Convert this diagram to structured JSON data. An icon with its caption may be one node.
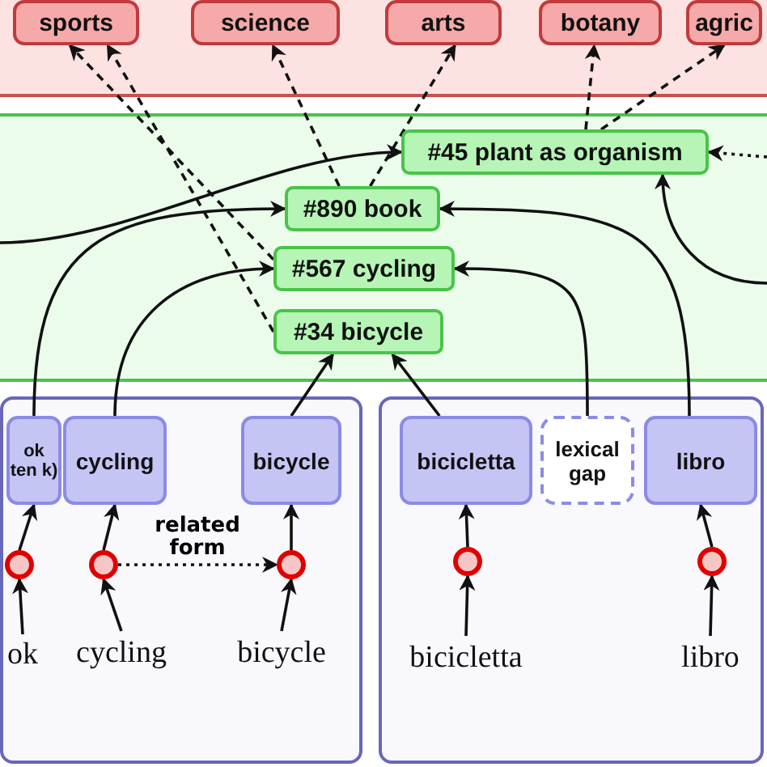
{
  "diagram": {
    "nodes": [
      {
        "text": [],
        "shape": "box"
      },
      {
        "text": [
          "sports"
        ],
        "in": 0
      },
      {
        "text": [
          "science"
        ],
        "in": 0
      },
      {
        "text": [
          "arts"
        ],
        "in": 0
      },
      {
        "text": [
          "botany"
        ],
        "in": 0
      },
      {
        "text": [
          "agric"
        ],
        "in": 0
      },
      {
        "text": [],
        "shape": "box"
      },
      {
        "text": [
          "#45 plant as organism"
        ],
        "in": 6
      },
      {
        "text": [
          "#890 book"
        ],
        "in": 6
      },
      {
        "text": [
          "#567 cycling"
        ],
        "in": 6
      },
      {
        "text": [
          "#34 bicycle"
        ],
        "in": 6
      },
      {
        "text": [],
        "shape": "box"
      },
      {
        "text": [
          "ok ten k)"
        ],
        "in": 11
      },
      {
        "text": [
          "cycling"
        ],
        "in": 11
      },
      {
        "text": [
          "bicycle"
        ],
        "in": 11
      },
      {
        "text": [],
        "shape": "circle",
        "in": 11
      },
      {
        "text": [],
        "shape": "circle",
        "in": 11
      },
      {
        "text": [],
        "shape": "circle",
        "in": 11
      },
      {
        "text": [
          "ok"
        ],
        "in": 11
      },
      {
        "text": [
          "cycling"
        ],
        "in": 11
      },
      {
        "text": [
          "bicycle"
        ],
        "in": 11
      },
      {
        "text": [],
        "shape": "box"
      },
      {
        "text": [
          "bicicletta"
        ],
        "in": 21
      },
      {
        "text": [
          "lexical gap"
        ],
        "in": 21
      },
      {
        "text": [
          "libro"
        ],
        "in": 21
      },
      {
        "text": [],
        "shape": "circle",
        "in": 21
      },
      {
        "text": [],
        "shape": "circle",
        "in": 21
      },
      {
        "text": [
          "bicicletta"
        ],
        "in": 21
      },
      {
        "text": [
          "libro"
        ],
        "in": 21
      }
    ],
    "edges": [
      {
        "from": 10,
        "to": 1,
        "arrow": "to",
        "style": "dashed"
      },
      {
        "from": 9,
        "to": 1,
        "arrow": "to",
        "style": "dashed"
      },
      {
        "from": 8,
        "to": 2,
        "arrow": "to",
        "style": "dashed"
      },
      {
        "from": 8,
        "to": 3,
        "arrow": "to",
        "style": "dashed"
      },
      {
        "from": 7,
        "to": 4,
        "arrow": "to",
        "style": "dashed"
      },
      {
        "from": 7,
        "to": 5,
        "arrow": "to",
        "style": "dashed"
      },
      {
        "from": null,
        "to": 7,
        "arrow": "to"
      },
      {
        "from": null,
        "to": 7,
        "arrow": "to",
        "style": "dashed"
      },
      {
        "from": 12,
        "to": 8,
        "arrow": "to"
      },
      {
        "from": 13,
        "to": 9,
        "arrow": "to"
      },
      {
        "from": 14,
        "to": 10,
        "arrow": "to"
      },
      {
        "from": 22,
        "to": 10,
        "arrow": "to"
      },
      {
        "from": 23,
        "to": 9,
        "arrow": "to"
      },
      {
        "from": 24,
        "to": 8,
        "arrow": "to"
      },
      {
        "from": null,
        "to": 7,
        "arrow": "to"
      },
      {
        "from": 18,
        "to": 15,
        "arrow": "to"
      },
      {
        "from": 15,
        "to": 12,
        "arrow": "to"
      },
      {
        "from": 19,
        "to": 16,
        "arrow": "to"
      },
      {
        "from": 16,
        "to": 13,
        "arrow": "to"
      },
      {
        "from": 20,
        "to": 17,
        "arrow": "to"
      },
      {
        "from": 17,
        "to": 14,
        "arrow": "to"
      },
      {
        "from": 27,
        "to": 25,
        "arrow": "to"
      },
      {
        "from": 25,
        "to": 22,
        "arrow": "to"
      },
      {
        "from": 28,
        "to": 26,
        "arrow": "to"
      },
      {
        "from": 26,
        "to": 24,
        "arrow": "to"
      },
      {
        "from": 16,
        "to": 17,
        "arrow": "to",
        "style": "dashed",
        "label": "related form"
      }
    ]
  }
}
